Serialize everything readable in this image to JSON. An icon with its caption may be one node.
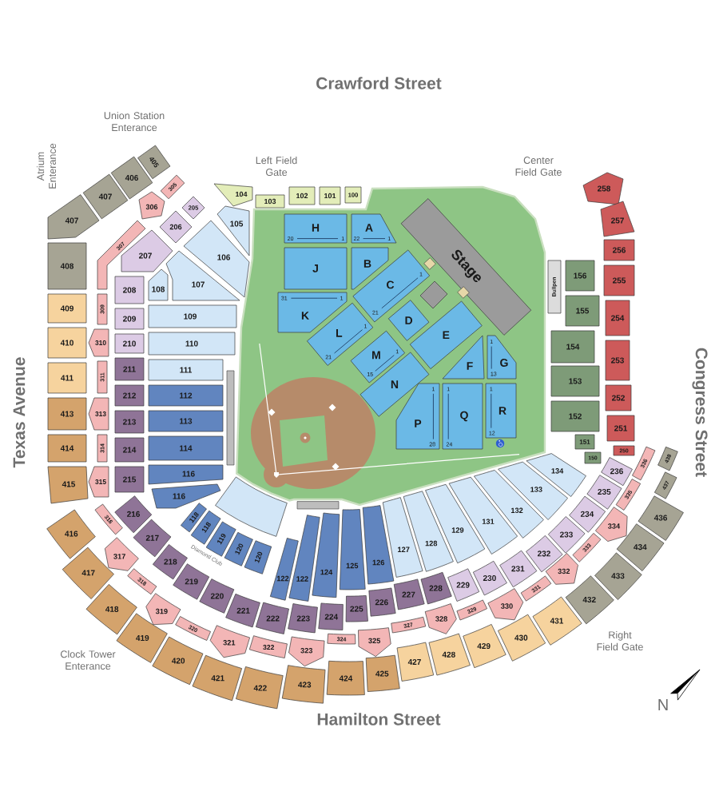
{
  "diagram": {
    "nodes": [
      {
        "text": [
          "405"
        ]
      },
      {
        "text": [
          "406"
        ]
      },
      {
        "text": [
          "407"
        ]
      },
      {
        "text": [
          "407"
        ]
      },
      {
        "text": [
          "305"
        ]
      },
      {
        "text": [
          "306"
        ]
      },
      {
        "text": [
          "205"
        ]
      },
      {
        "text": [
          "206"
        ]
      },
      {
        "text": [
          "207"
        ]
      },
      {
        "text": [
          "104"
        ]
      },
      {
        "text": [
          "103"
        ]
      },
      {
        "text": [
          "102"
        ]
      },
      {
        "text": [
          "101"
        ]
      },
      {
        "text": [
          "100"
        ]
      },
      {
        "text": [
          "105"
        ]
      },
      {
        "text": [
          "106"
        ]
      },
      {
        "text": [
          "107"
        ]
      },
      {
        "text": [
          "108"
        ]
      },
      {
        "text": [
          "109"
        ]
      },
      {
        "text": [
          "110"
        ]
      },
      {
        "text": [
          "111"
        ]
      },
      {
        "text": [
          "112"
        ]
      },
      {
        "text": [
          "113"
        ]
      },
      {
        "text": [
          "114"
        ]
      },
      {
        "text": [
          "116"
        ]
      },
      {
        "text": [
          "116"
        ]
      },
      {
        "text": [
          "408"
        ]
      },
      {
        "text": [
          "409"
        ]
      },
      {
        "text": [
          "410"
        ]
      },
      {
        "text": [
          "411"
        ]
      },
      {
        "text": [
          "413"
        ]
      },
      {
        "text": [
          "414"
        ]
      },
      {
        "text": [
          "415"
        ]
      },
      {
        "text": [
          "307"
        ]
      },
      {
        "text": [
          "309"
        ]
      },
      {
        "text": [
          "310"
        ]
      },
      {
        "text": [
          "311"
        ]
      },
      {
        "text": [
          "313"
        ]
      },
      {
        "text": [
          "314"
        ]
      },
      {
        "text": [
          "315"
        ]
      },
      {
        "text": [
          "208"
        ]
      },
      {
        "text": [
          "209"
        ]
      },
      {
        "text": [
          "210"
        ]
      },
      {
        "text": [
          "211"
        ]
      },
      {
        "text": [
          "212"
        ]
      },
      {
        "text": [
          "213"
        ]
      },
      {
        "text": [
          "214"
        ]
      },
      {
        "text": [
          "215"
        ]
      },
      {
        "text": [],
        "shape": "box"
      },
      {
        "text": [
          "Stage"
        ],
        "in": 48
      },
      {
        "text": [
          "H",
          "20",
          "1"
        ],
        "in": 48
      },
      {
        "text": [
          "A",
          "22",
          "1"
        ],
        "in": 48
      },
      {
        "text": [
          "J"
        ],
        "in": 48
      },
      {
        "text": [
          "B"
        ],
        "in": 48
      },
      {
        "text": [
          "K",
          "31",
          "1"
        ],
        "in": 48
      },
      {
        "text": [
          "C",
          "1",
          "21"
        ],
        "in": 48
      },
      {
        "text": [
          "L",
          "1",
          "21"
        ],
        "in": 48
      },
      {
        "text": [
          "D"
        ],
        "in": 48
      },
      {
        "text": [
          "M",
          "1",
          "15"
        ],
        "in": 48
      },
      {
        "text": [
          "E"
        ],
        "in": 48
      },
      {
        "text": [
          "N"
        ],
        "in": 48
      },
      {
        "text": [
          "F"
        ],
        "in": 48
      },
      {
        "text": [
          "G",
          "1",
          "13"
        ],
        "in": 48
      },
      {
        "text": [
          "P",
          "1",
          "28"
        ],
        "in": 48
      },
      {
        "text": [
          "Q",
          "1",
          "24"
        ],
        "in": 48
      },
      {
        "text": [
          "R",
          "1",
          "12"
        ],
        "in": 48
      },
      {
        "text": [
          "Bullpen"
        ]
      },
      {
        "text": [
          "156"
        ]
      },
      {
        "text": [
          "155"
        ]
      },
      {
        "text": [
          "154"
        ]
      },
      {
        "text": [
          "153"
        ]
      },
      {
        "text": [
          "152"
        ]
      },
      {
        "text": [
          "151"
        ]
      },
      {
        "text": [
          "150"
        ]
      },
      {
        "text": [
          "258"
        ]
      },
      {
        "text": [
          "257"
        ]
      },
      {
        "text": [
          "256"
        ]
      },
      {
        "text": [
          "255"
        ]
      },
      {
        "text": [
          "254"
        ]
      },
      {
        "text": [
          "253"
        ]
      },
      {
        "text": [
          "252"
        ]
      },
      {
        "text": [
          "251"
        ]
      },
      {
        "text": [
          "250"
        ]
      },
      {
        "text": [],
        "shape": "box"
      },
      {
        "text": [
          "118"
        ]
      },
      {
        "text": [
          "118"
        ]
      },
      {
        "text": [
          "119"
        ]
      },
      {
        "text": [
          "120"
        ]
      },
      {
        "text": [
          "120"
        ]
      },
      {
        "text": [
          "122"
        ]
      },
      {
        "text": [
          "122"
        ]
      },
      {
        "text": [
          "124"
        ]
      },
      {
        "text": [
          "125"
        ]
      },
      {
        "text": [
          "126"
        ]
      },
      {
        "text": [
          "127"
        ]
      },
      {
        "text": [
          "128"
        ]
      },
      {
        "text": [
          "129"
        ]
      },
      {
        "text": [
          "131"
        ]
      },
      {
        "text": [
          "132"
        ]
      },
      {
        "text": [
          "133"
        ]
      },
      {
        "text": [
          "134"
        ]
      },
      {
        "text": [
          "216"
        ]
      },
      {
        "text": [
          "217"
        ]
      },
      {
        "text": [
          "218"
        ]
      },
      {
        "text": [
          "219"
        ]
      },
      {
        "text": [
          "220"
        ]
      },
      {
        "text": [
          "221"
        ]
      },
      {
        "text": [
          "222"
        ]
      },
      {
        "text": [
          "223"
        ]
      },
      {
        "text": [
          "224"
        ]
      },
      {
        "text": [
          "225"
        ]
      },
      {
        "text": [
          "226"
        ]
      },
      {
        "text": [
          "227"
        ]
      },
      {
        "text": [
          "228"
        ]
      },
      {
        "text": [
          "229"
        ]
      },
      {
        "text": [
          "230"
        ]
      },
      {
        "text": [
          "231"
        ]
      },
      {
        "text": [
          "232"
        ]
      },
      {
        "text": [
          "233"
        ]
      },
      {
        "text": [
          "234"
        ]
      },
      {
        "text": [
          "235"
        ]
      },
      {
        "text": [
          "236"
        ]
      },
      {
        "text": [
          "316"
        ]
      },
      {
        "text": [
          "317"
        ]
      },
      {
        "text": [
          "318"
        ]
      },
      {
        "text": [
          "319"
        ]
      },
      {
        "text": [
          "320"
        ]
      },
      {
        "text": [
          "321"
        ]
      },
      {
        "text": [
          "322"
        ]
      },
      {
        "text": [
          "323"
        ]
      },
      {
        "text": [
          "324"
        ]
      },
      {
        "text": [
          "325"
        ]
      },
      {
        "text": [
          "327"
        ]
      },
      {
        "text": [
          "328"
        ]
      },
      {
        "text": [
          "329"
        ]
      },
      {
        "text": [
          "330"
        ]
      },
      {
        "text": [
          "331"
        ]
      },
      {
        "text": [
          "332"
        ]
      },
      {
        "text": [
          "333"
        ]
      },
      {
        "text": [
          "334"
        ]
      },
      {
        "text": [
          "335"
        ]
      },
      {
        "text": [
          "336"
        ]
      },
      {
        "text": [
          "416"
        ]
      },
      {
        "text": [
          "417"
        ]
      },
      {
        "text": [
          "418"
        ]
      },
      {
        "text": [
          "419"
        ]
      },
      {
        "text": [
          "420"
        ]
      },
      {
        "text": [
          "421"
        ]
      },
      {
        "text": [
          "422"
        ]
      },
      {
        "text": [
          "423"
        ]
      },
      {
        "text": [
          "424"
        ]
      },
      {
        "text": [
          "425"
        ]
      },
      {
        "text": [
          "427"
        ]
      },
      {
        "text": [
          "428"
        ]
      },
      {
        "text": [
          "429"
        ]
      },
      {
        "text": [
          "430"
        ]
      },
      {
        "text": [
          "431"
        ]
      },
      {
        "text": [
          "432"
        ]
      },
      {
        "text": [
          "433"
        ]
      },
      {
        "text": [
          "434"
        ]
      },
      {
        "text": [
          "436"
        ]
      },
      {
        "text": [
          "437"
        ]
      },
      {
        "text": [
          "438"
        ]
      }
    ],
    "labels": [
      "Crawford Street",
      "Union Station Enterance",
      "Atrium Enterance",
      "Left Field Gate",
      "Center Field Gate",
      "Texas Avenue",
      "Congress Street",
      "Diamond Club",
      "Right Field Gate",
      "Clock Tower Enterance",
      "Hamilton Street",
      "N"
    ]
  }
}
